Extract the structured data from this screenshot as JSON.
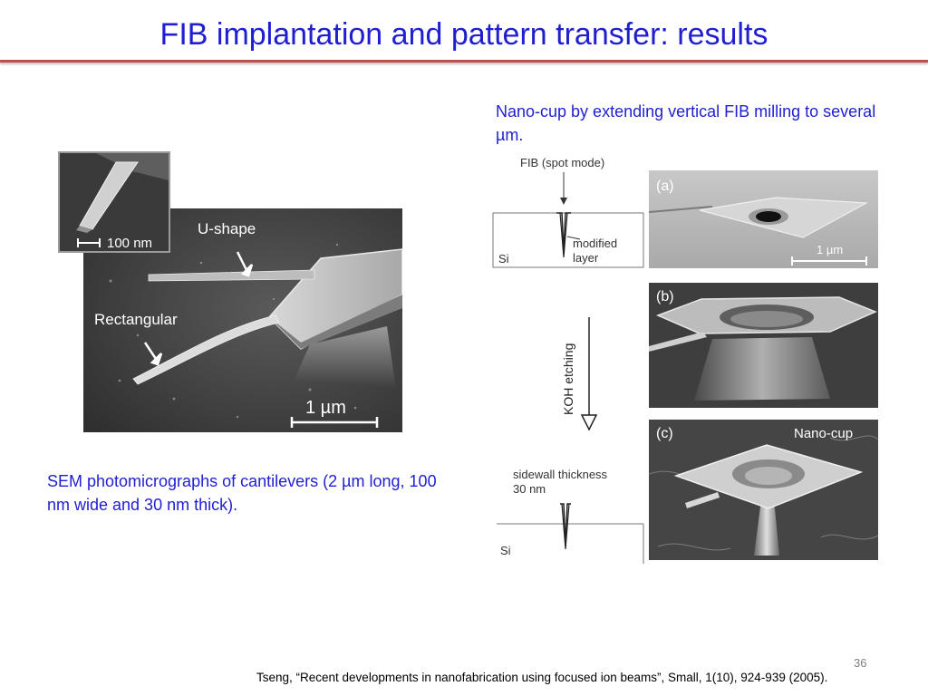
{
  "slide": {
    "title": "FIB implantation and pattern transfer: results",
    "page_number": "36"
  },
  "left": {
    "caption": "SEM photomicrographs of cantilevers (2 µm long, 100 nm wide and 30 nm thick).",
    "inset_scale": "100 nm",
    "label_u_shape": "U-shape",
    "label_rectangular": "Rectangular",
    "main_scale": "1 µm"
  },
  "right": {
    "caption": "Nano-cup by extending vertical FIB milling to several µm.",
    "diagram_top": {
      "fib_label": "FIB (spot mode)",
      "modified_label": "modified",
      "layer_label": "layer",
      "si_label": "Si"
    },
    "arrow_label": "KOH etching",
    "diagram_bottom": {
      "sidewall_label": "sidewall thickness",
      "thickness_label": "30 nm",
      "si_label": "Si"
    },
    "panel_a": {
      "tag": "(a)",
      "scale": "1 µm"
    },
    "panel_b": {
      "tag": "(b)"
    },
    "panel_c": {
      "tag": "(c)",
      "name": "Nano-cup"
    }
  },
  "footer": {
    "citation": "Tseng, “Recent developments in nanofabrication using focused ion beams”, Small, 1(10), 924-939 (2005)."
  }
}
